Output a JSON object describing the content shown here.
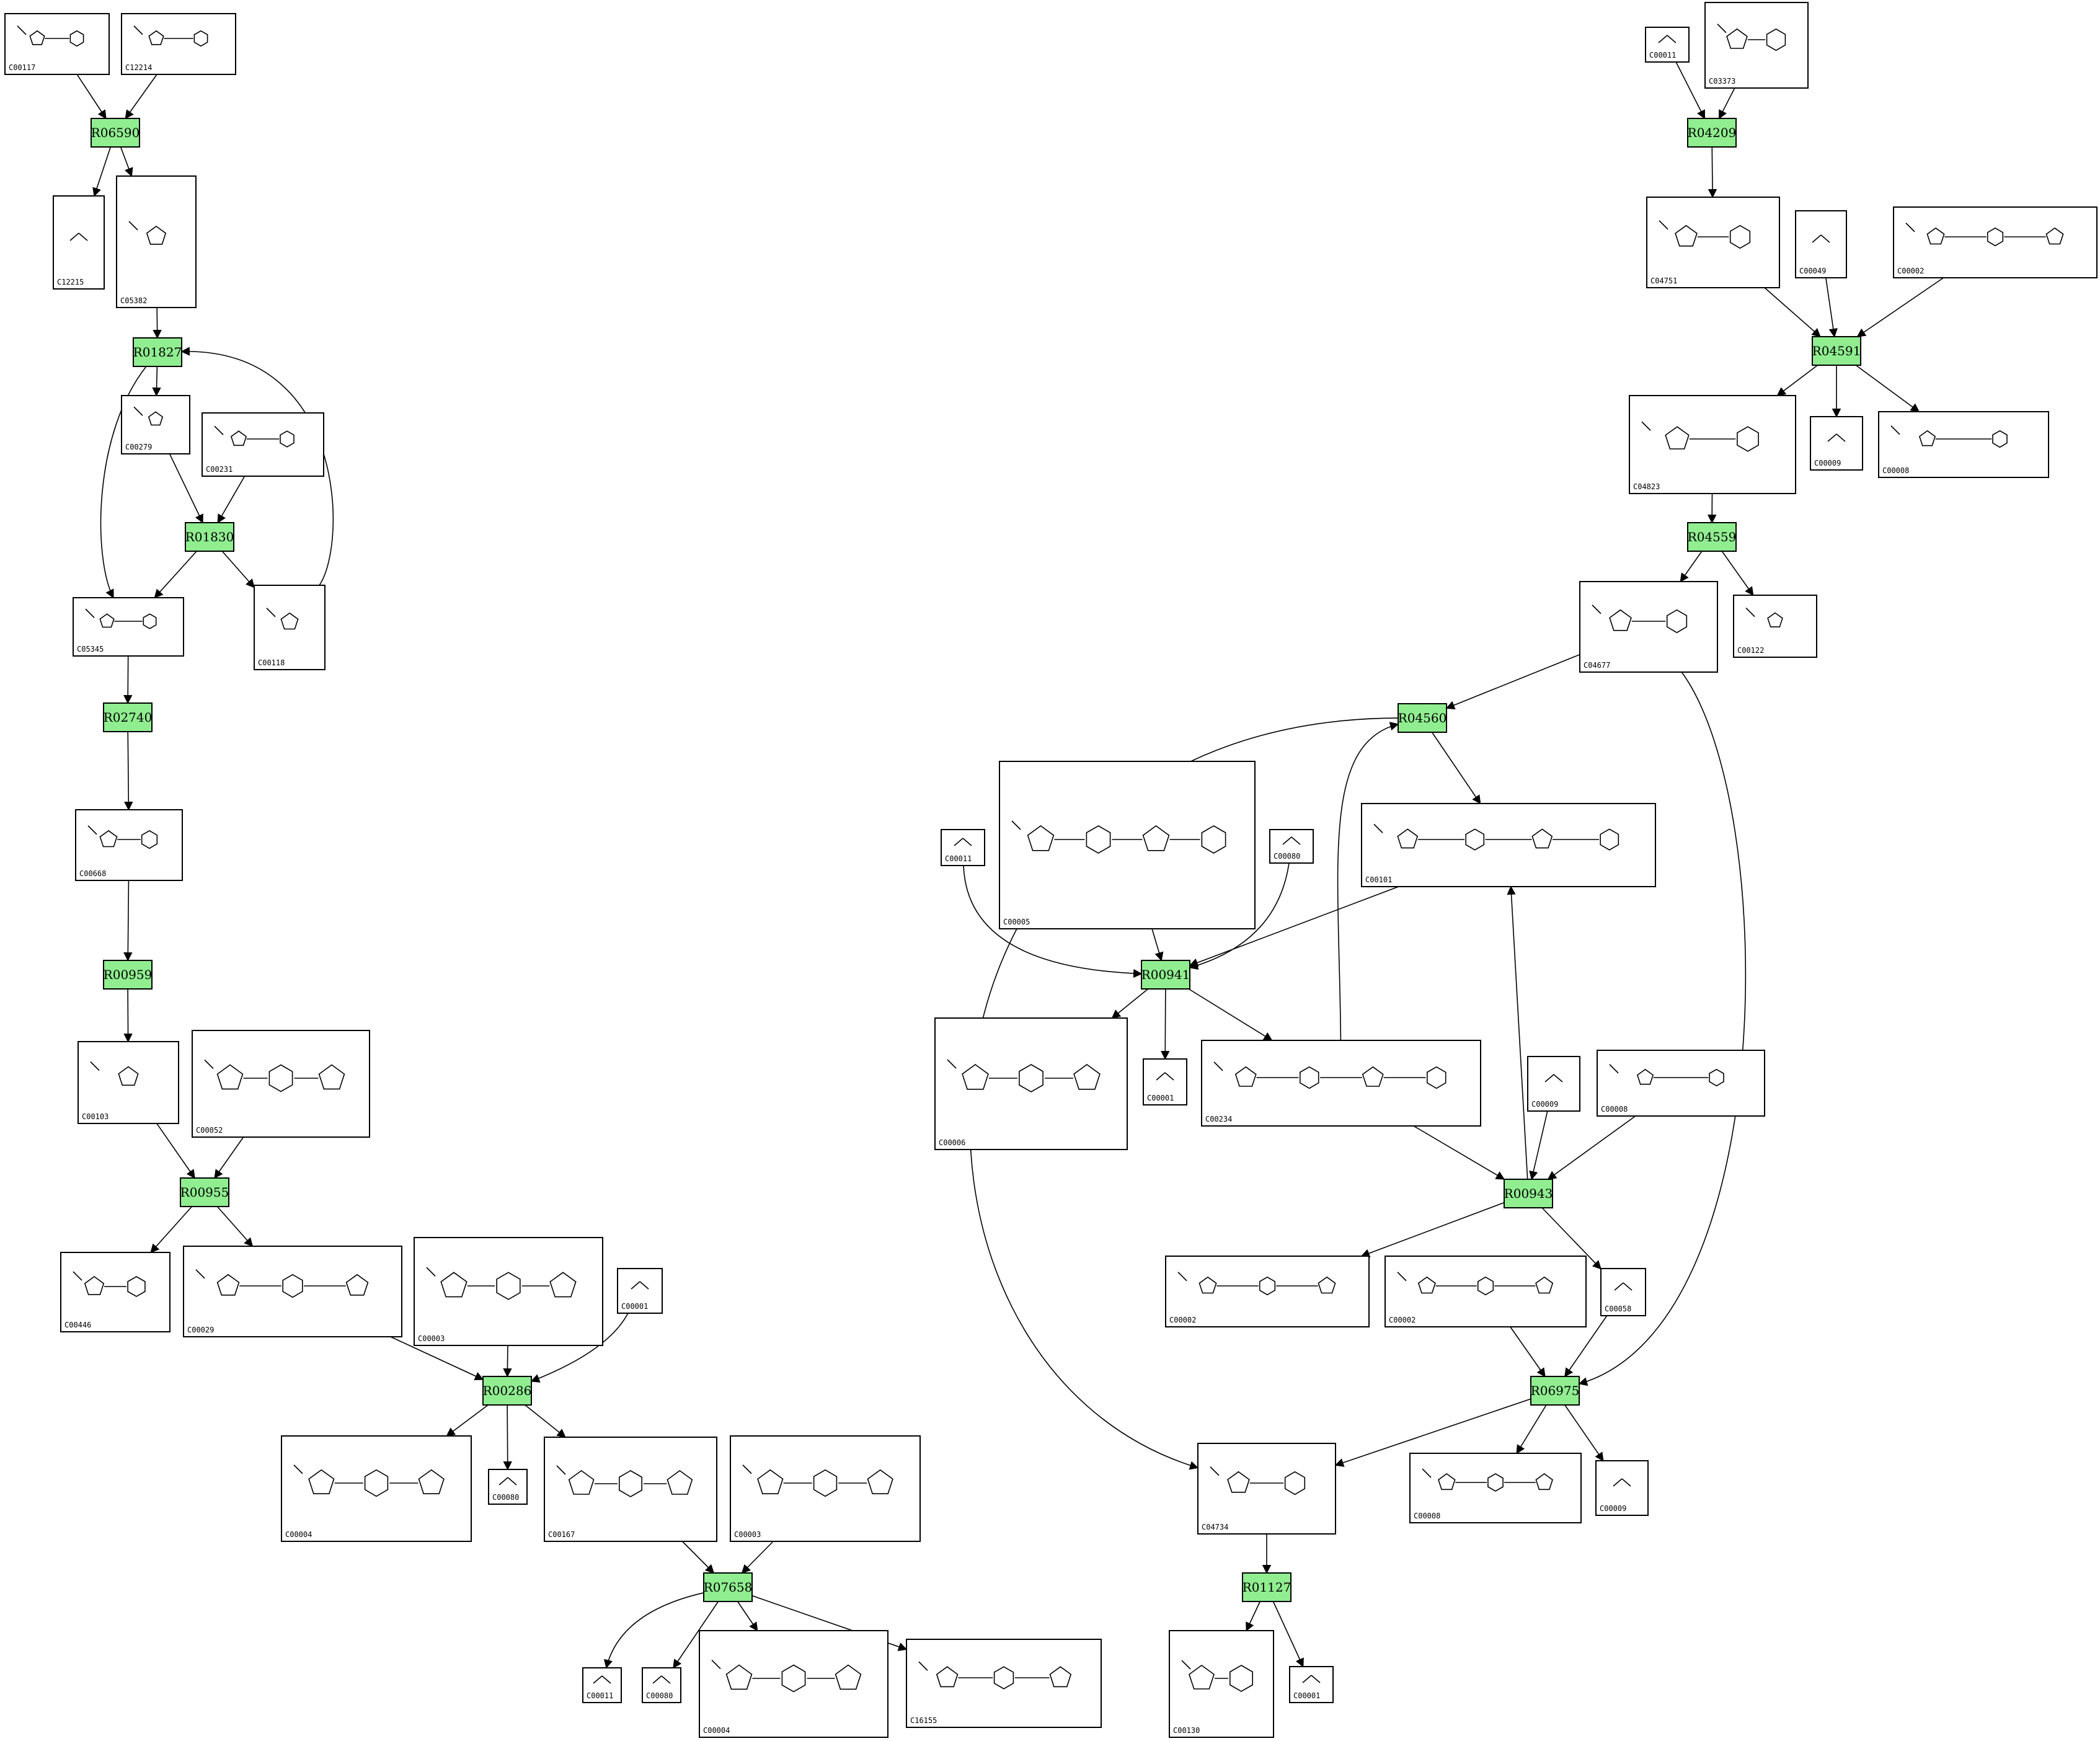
{
  "colors": {
    "reaction_fill": "#90ee90",
    "compound_fill": "#ffffff",
    "stroke": "#000000"
  },
  "reactions": [
    {
      "id": "r1",
      "label": "R06590"
    },
    {
      "id": "r2",
      "label": "R01827"
    },
    {
      "id": "r3",
      "label": "R01830"
    },
    {
      "id": "r4",
      "label": "R02740"
    },
    {
      "id": "r5",
      "label": "R00959"
    },
    {
      "id": "r6",
      "label": "R00955"
    },
    {
      "id": "r7",
      "label": "R00286"
    },
    {
      "id": "r8",
      "label": "R07658"
    },
    {
      "id": "r9",
      "label": "R04209"
    },
    {
      "id": "r10",
      "label": "R04591"
    },
    {
      "id": "r11",
      "label": "R04559"
    },
    {
      "id": "r12",
      "label": "R04560"
    },
    {
      "id": "r13",
      "label": "R00941"
    },
    {
      "id": "r14",
      "label": "R00943"
    },
    {
      "id": "r15",
      "label": "R06975"
    },
    {
      "id": "r16",
      "label": "R01127"
    }
  ],
  "compounds": [
    {
      "id": "c1",
      "label": "C00117",
      "structure": "ribose-5-phosphate"
    },
    {
      "id": "c2",
      "label": "C12214",
      "structure": "amino-sugar-phosphate"
    },
    {
      "id": "c3",
      "label": "C12215",
      "structure": "imine-phosphate"
    },
    {
      "id": "c4",
      "label": "C05382",
      "structure": "heptulose-phosphate"
    },
    {
      "id": "c5",
      "label": "C00279",
      "structure": "erythrose-4-phosphate"
    },
    {
      "id": "c6",
      "label": "C00231",
      "structure": "xylulose-5-phosphate"
    },
    {
      "id": "c7",
      "label": "C05345",
      "structure": "fructose-6-phosphate"
    },
    {
      "id": "c8",
      "label": "C00118",
      "structure": "glyceraldehyde-3-phosphate"
    },
    {
      "id": "c9",
      "label": "C00668",
      "structure": "glucose-6-phosphate"
    },
    {
      "id": "c10",
      "label": "C00103",
      "structure": "glucose-1-phosphate"
    },
    {
      "id": "c11",
      "label": "C00052",
      "structure": "udp-galactose"
    },
    {
      "id": "c12",
      "label": "C00446",
      "structure": "galactose-1-phosphate"
    },
    {
      "id": "c13",
      "label": "C00029",
      "structure": "udp-glucose"
    },
    {
      "id": "c14",
      "label": "C00003",
      "structure": "nad-plus"
    },
    {
      "id": "c15",
      "label": "C00001",
      "structure": "water"
    },
    {
      "id": "c16",
      "label": "C00004",
      "structure": "nadh"
    },
    {
      "id": "c17",
      "label": "C00080",
      "structure": "proton"
    },
    {
      "id": "c18",
      "label": "C00167",
      "structure": "udp-glucuronate"
    },
    {
      "id": "c19",
      "label": "C00003",
      "structure": "nad-plus"
    },
    {
      "id": "c20",
      "label": "C00011",
      "structure": "co2"
    },
    {
      "id": "c21",
      "label": "C00080",
      "structure": "proton"
    },
    {
      "id": "c22",
      "label": "C00004",
      "structure": "nadh"
    },
    {
      "id": "c23",
      "label": "C16155",
      "structure": "udp-keto-sugar"
    },
    {
      "id": "c24",
      "label": "C00011",
      "structure": "co2"
    },
    {
      "id": "c25",
      "label": "C03373",
      "structure": "air"
    },
    {
      "id": "c26",
      "label": "C04751",
      "structure": "caír"
    },
    {
      "id": "c27",
      "label": "C00049",
      "structure": "aspartate"
    },
    {
      "id": "c28",
      "label": "C00002",
      "structure": "atp"
    },
    {
      "id": "c29",
      "label": "C04823",
      "structure": "saicar"
    },
    {
      "id": "c30",
      "label": "C00009",
      "structure": "phosphate"
    },
    {
      "id": "c31",
      "label": "C00008",
      "structure": "adp"
    },
    {
      "id": "c32",
      "label": "C04677",
      "structure": "aicar"
    },
    {
      "id": "c33",
      "label": "C00122",
      "structure": "fumarate"
    },
    {
      "id": "c34",
      "label": "C00011",
      "structure": "co2"
    },
    {
      "id": "c35",
      "label": "C00005",
      "structure": "nadph"
    },
    {
      "id": "c36",
      "label": "C00080",
      "structure": "proton"
    },
    {
      "id": "c37",
      "label": "C00101",
      "structure": "thf"
    },
    {
      "id": "c38",
      "label": "C00006",
      "structure": "nadp-plus"
    },
    {
      "id": "c39",
      "label": "C00001",
      "structure": "water"
    },
    {
      "id": "c40",
      "label": "C00234",
      "structure": "formyl-thf"
    },
    {
      "id": "c41",
      "label": "C00009",
      "structure": "phosphate"
    },
    {
      "id": "c42",
      "label": "C00008",
      "structure": "adp"
    },
    {
      "id": "c43",
      "label": "C00002",
      "structure": "atp"
    },
    {
      "id": "c44",
      "label": "C00002",
      "structure": "atp"
    },
    {
      "id": "c45",
      "label": "C00058",
      "structure": "formate"
    },
    {
      "id": "c46",
      "label": "C04734",
      "structure": "faicar"
    },
    {
      "id": "c47",
      "label": "C00008",
      "structure": "adp"
    },
    {
      "id": "c48",
      "label": "C00009",
      "structure": "phosphate"
    },
    {
      "id": "c49",
      "label": "C00130",
      "structure": "imp"
    },
    {
      "id": "c50",
      "label": "C00001",
      "structure": "water"
    }
  ]
}
